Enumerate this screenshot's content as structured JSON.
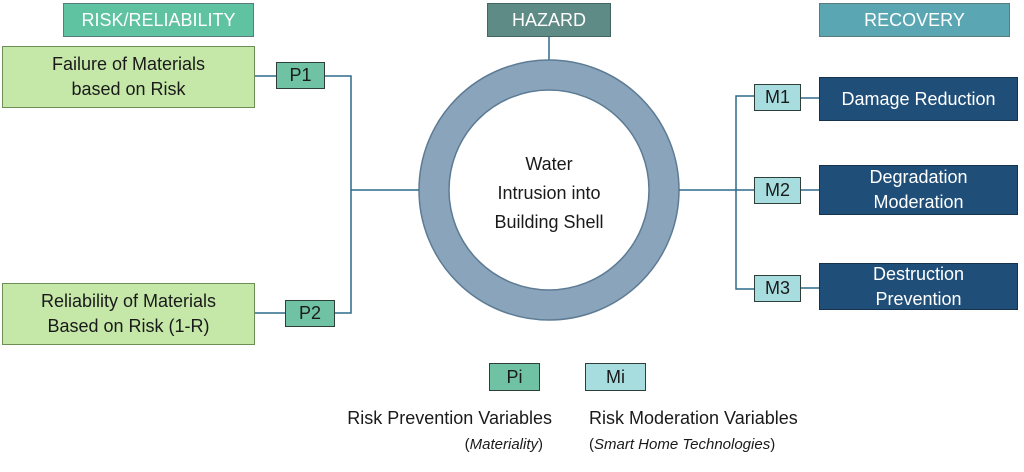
{
  "headers": {
    "risk_reliability": "RISK/RELIABILITY",
    "hazard": "HAZARD",
    "recovery": "RECOVERY"
  },
  "left_boxes": {
    "failure": {
      "line1": "Failure of Materials",
      "line2": "based on Risk"
    },
    "reliability": {
      "line1": "Reliability of Materials",
      "line2": "Based on Risk (1-R)"
    }
  },
  "p_tags": {
    "p1": "P1",
    "p2": "P2"
  },
  "center": {
    "line1": "Water",
    "line2": "Intrusion into",
    "line3": "Building Shell"
  },
  "m_tags": {
    "m1": "M1",
    "m2": "M2",
    "m3": "M3"
  },
  "right_boxes": {
    "damage": {
      "line1": "Damage Reduction"
    },
    "degradation": {
      "line1": "Degradation",
      "line2": "Moderation"
    },
    "destruction": {
      "line1": "Destruction",
      "line2": "Prevention"
    }
  },
  "legend": {
    "pi_label": "Pi",
    "mi_label": "Mi",
    "pi_title": "Risk Prevention Variables",
    "pi_open": "(",
    "pi_sub": "Materiality",
    "pi_close": ")",
    "mi_title": "Risk Moderation Variables",
    "mi_open": "(",
    "mi_sub": "Smart Home Technologies",
    "mi_close": ")"
  },
  "colors": {
    "green_box": "#c5e8a8",
    "p_tag": "#6fc3a4",
    "m_tag": "#a8dde0",
    "navy_box": "#1f4e79",
    "ring": "#8aa5bb",
    "connector": "#2b6a8a"
  }
}
